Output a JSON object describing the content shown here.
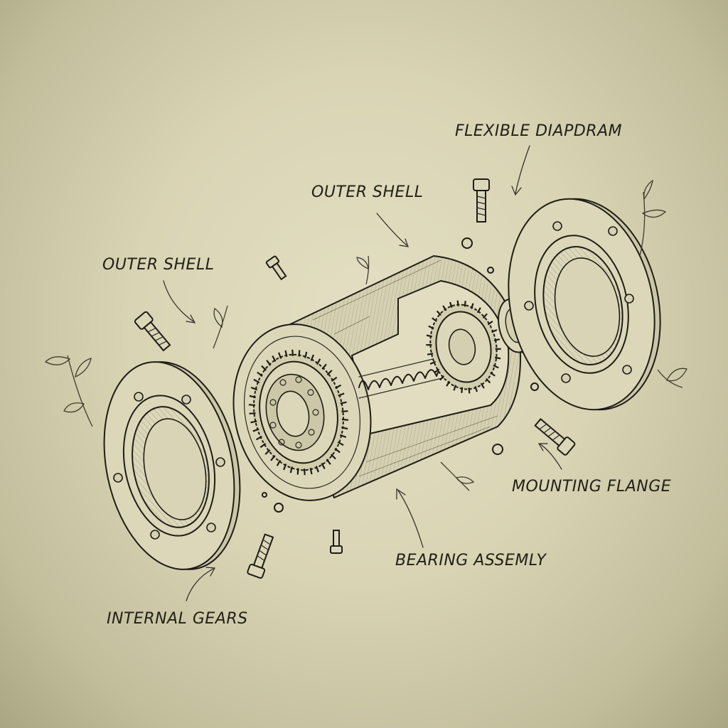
{
  "labels": {
    "flexible_diaphragm": "FLEXIBLE DIAPDRAM",
    "outer_shell_top": "OUTER SHELL",
    "outer_shell_left": "OUTER SHELL",
    "mounting_flange": "MOUNTING FLANGE",
    "bearing_assembly": "BEARING ASSEMLY",
    "internal_gears": "INTERNAL GEARS"
  }
}
